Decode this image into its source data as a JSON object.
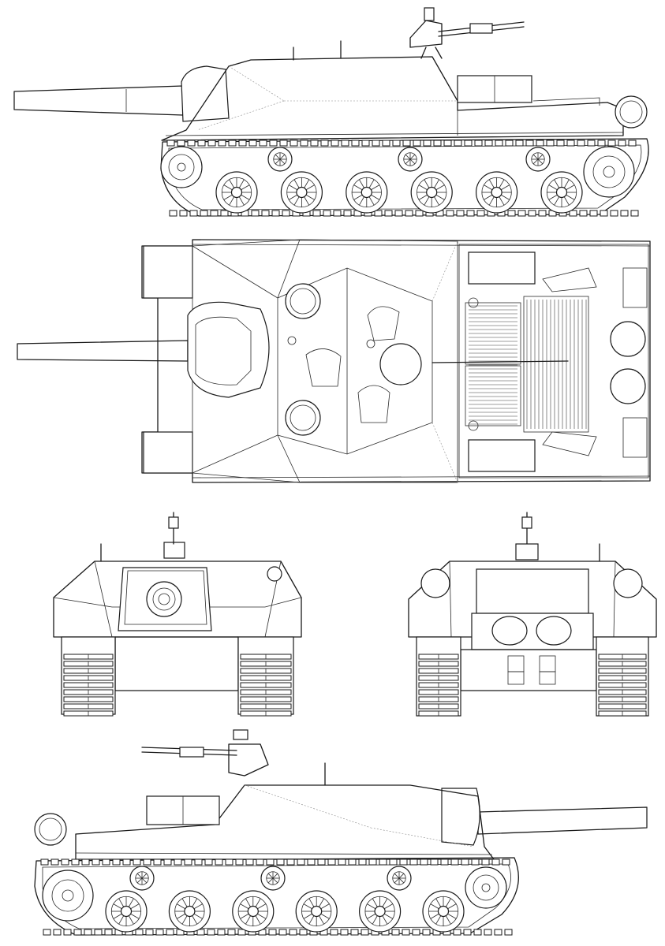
{
  "drawing": {
    "views": [
      {
        "id": "side-right"
      },
      {
        "id": "top"
      },
      {
        "id": "front"
      },
      {
        "id": "rear"
      },
      {
        "id": "side-left"
      }
    ],
    "colors": {
      "line": "#1a1a1a",
      "paper": "#ffffff",
      "construction": "#8a8a8a"
    },
    "road_wheels_per_side": 6,
    "return_rollers_per_side": 3
  }
}
